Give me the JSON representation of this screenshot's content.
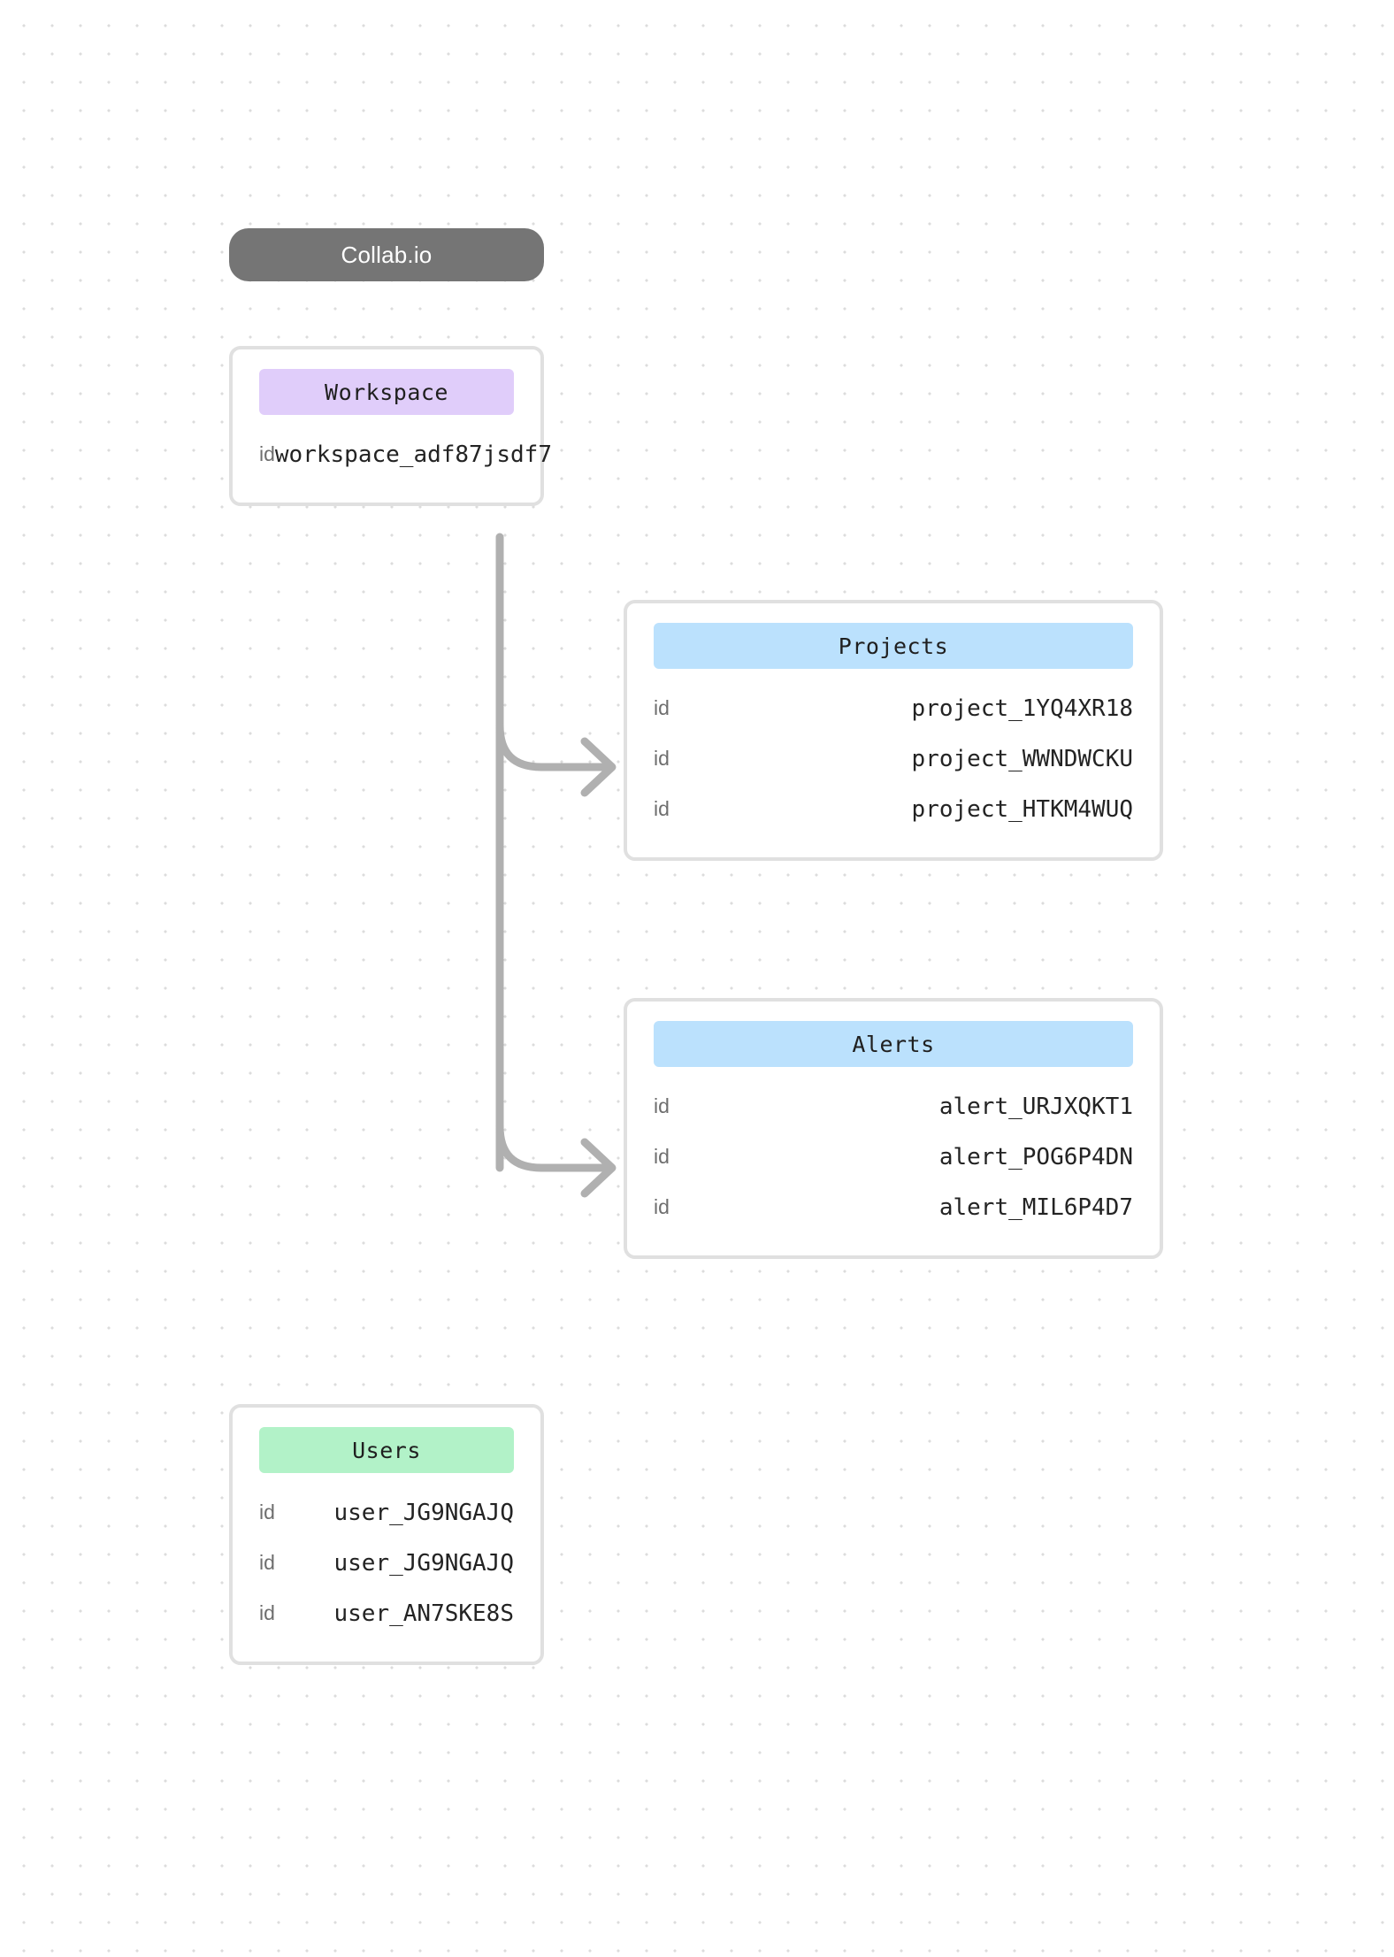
{
  "header": {
    "title": "Collab.io"
  },
  "colors": {
    "header_pill": "#757575",
    "workspace_chip": "#e0cdfa",
    "projects_chip": "#bbe1fd",
    "alerts_chip": "#bbe1fd",
    "users_chip": "#b2f2c8",
    "card_border": "#e0e0e0",
    "connector": "#b0b0b0",
    "key_text": "#6e6e6e",
    "value_text": "#232323",
    "background": "#ffffff",
    "grid_dot": "#dcdcdc"
  },
  "entities": [
    {
      "id": "workspace",
      "title": "Workspace",
      "rows": [
        {
          "key": "id",
          "value": "workspace_adf87jsdf7"
        }
      ]
    },
    {
      "id": "projects",
      "title": "Projects",
      "rows": [
        {
          "key": "id",
          "value": "project_1YQ4XR18"
        },
        {
          "key": "id",
          "value": "project_WWNDWCKU"
        },
        {
          "key": "id",
          "value": "project_HTKM4WUQ"
        }
      ]
    },
    {
      "id": "alerts",
      "title": "Alerts",
      "rows": [
        {
          "key": "id",
          "value": "alert_URJXQKT1"
        },
        {
          "key": "id",
          "value": "alert_POG6P4DN"
        },
        {
          "key": "id",
          "value": "alert_MIL6P4D7"
        }
      ]
    },
    {
      "id": "users",
      "title": "Users",
      "rows": [
        {
          "key": "id",
          "value": "user_JG9NGAJQ"
        },
        {
          "key": "id",
          "value": "user_JG9NGAJQ"
        },
        {
          "key": "id",
          "value": "user_AN7SKE8S"
        }
      ]
    }
  ],
  "connections": [
    {
      "from": "workspace",
      "to": "projects"
    },
    {
      "from": "workspace",
      "to": "alerts"
    }
  ]
}
